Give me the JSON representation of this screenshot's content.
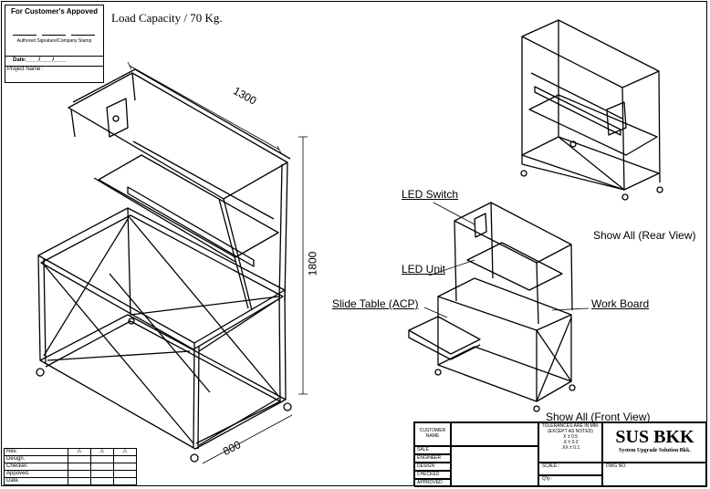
{
  "approval": {
    "title": "For Customer's  Appoved",
    "signature_caption": "Authored Signature/Company Stamp",
    "date_label": "Date:____/____/____",
    "project_label": "Project Name :"
  },
  "load_capacity": "Load Capacity / 70 Kg.",
  "dimensions": {
    "width": "1300",
    "height": "1800",
    "depth": "800"
  },
  "callouts": {
    "led_switch": "LED Switch",
    "led_unit": "LED Unit",
    "slide_table": "Slide Table (ACP)",
    "work_board": "Work Board"
  },
  "views": {
    "rear": "Show All (Rear View)",
    "front": "Show All (Front View)"
  },
  "revision_table": [
    "Rev.",
    "Design.",
    "Checker.",
    "Appoved.",
    "Date."
  ],
  "title_block": {
    "customer_name": "CUSTOMER NAME",
    "rows": [
      "SALE",
      "ENGINEER",
      "DESIGN",
      "CHECKED",
      "APPROVED"
    ],
    "tolerance_title": "TOLERANCES ARE IN MM.",
    "tolerance_sub": "(EXCEPT AS NOTED)",
    "tol": [
      "X  ± 0.5",
      ".X  ± 0.3",
      ".XX  ± 0.1"
    ],
    "scale": "SCALE :",
    "qty": "Q'ty :",
    "company": "SUS BKK",
    "company_sub": "System Upgrade Solution Bkk.",
    "dwg_no": "DWG NO."
  }
}
